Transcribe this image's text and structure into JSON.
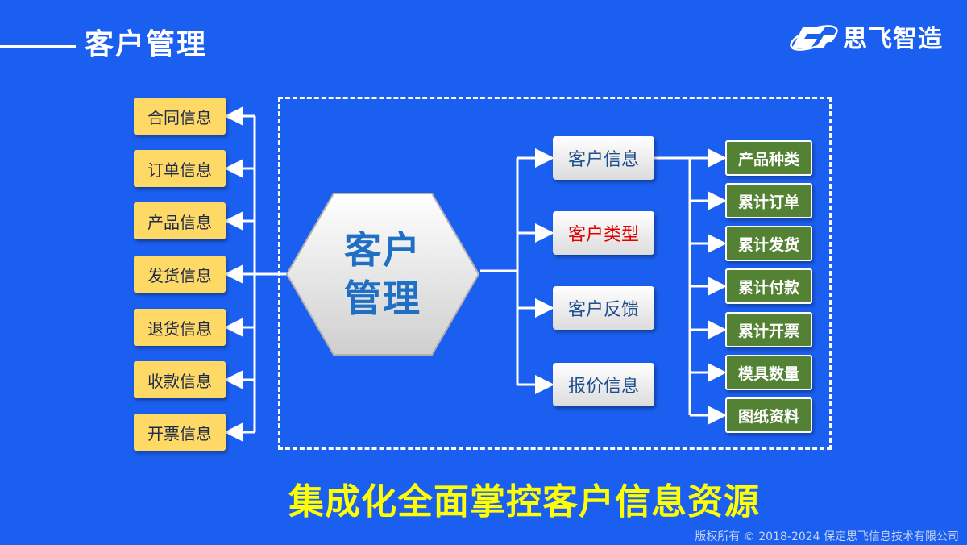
{
  "header": {
    "title": "客户管理",
    "logo_text": "思飞智造"
  },
  "left_items": [
    "合同信息",
    "订单信息",
    "产品信息",
    "发货信息",
    "退货信息",
    "收款信息",
    "开票信息"
  ],
  "center": {
    "line1": "客户",
    "line2": "管理"
  },
  "right_items": [
    {
      "label": "客户信息",
      "highlight": false
    },
    {
      "label": "客户类型",
      "highlight": true
    },
    {
      "label": "客户反馈",
      "highlight": false
    },
    {
      "label": "报价信息",
      "highlight": false
    }
  ],
  "detail_items": [
    "产品种类",
    "累计订单",
    "累计发货",
    "累计付款",
    "累计开票",
    "模具数量",
    "图纸资料"
  ],
  "slogan": "集成化全面掌控客户信息资源",
  "footer": "版权所有 © 2018-2024 保定思飞信息技术有限公司",
  "colors": {
    "background": "#1b5ff0",
    "left_box": "#ffd966",
    "detail_box": "#548235",
    "slogan": "#ffff00",
    "highlight_text": "#e00000"
  }
}
